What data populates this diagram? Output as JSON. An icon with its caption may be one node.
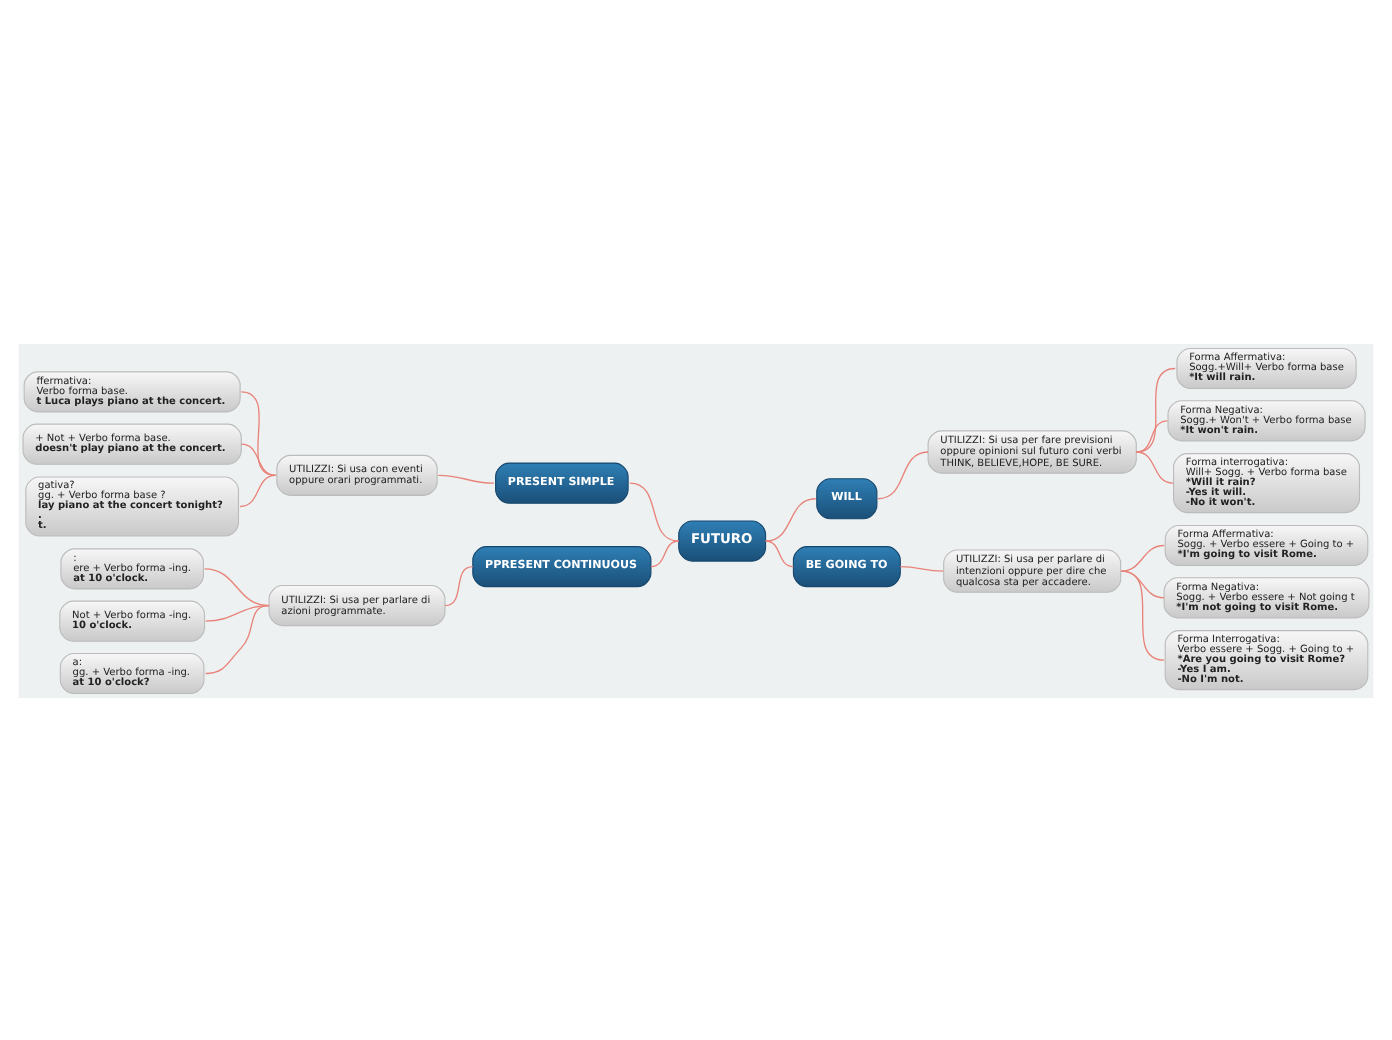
{
  "diagram": {
    "nodes": [
      {
        "text": [
          "FUTURO"
        ]
      },
      {
        "text": [
          "PRESENT SIMPLE"
        ]
      },
      {
        "text": [
          "UTILIZZI: Si usa con eventi oppure orari programmati."
        ]
      },
      {
        "text": [
          "ffermativa:",
          "Verbo forma base.",
          "t Luca plays piano at the concert."
        ]
      },
      {
        "text": [
          "+ Not + Verbo forma base.",
          "doesn't play piano at the concert."
        ]
      },
      {
        "text": [
          "gativa?",
          "gg. + Verbo forma base ?",
          "lay piano at the concert tonight?",
          ".",
          "t."
        ]
      },
      {
        "text": [
          "WILL"
        ]
      },
      {
        "text": [
          "UTILIZZI: Si usa per fare previsioni oppure opinioni sul futuro coni verbi THINK, BELIEVE,HOPE, BE SURE."
        ]
      },
      {
        "text": [
          "Forma Affermativa:",
          "Sogg.+Will+ Verbo forma base",
          "*It will rain."
        ]
      },
      {
        "text": [
          "Forma Negativa:",
          "Sogg.+ Won't + Verbo forma base",
          "*It won't rain."
        ]
      },
      {
        "text": [
          "Forma interrogativa:",
          "Will+ Sogg. + Verbo forma base",
          "*Will it rain?",
          "-Yes it will.",
          "-No it won't."
        ]
      },
      {
        "text": [
          "PPRESENT CONTINUOUS"
        ]
      },
      {
        "text": [
          "UTILIZZI: Si usa per parlare di azioni programmate."
        ]
      },
      {
        "text": [
          ":",
          "ere + Verbo forma -ing.",
          "at 10 o'clock."
        ]
      },
      {
        "text": [
          "Not + Verbo forma -ing.",
          "10 o'clock."
        ]
      },
      {
        "text": [
          "a:",
          "gg. + Verbo forma -ing.",
          "at 10 o'clock?"
        ]
      },
      {
        "text": [
          "BE GOING TO"
        ]
      },
      {
        "text": [
          "UTILIZZI: Si usa per parlare di intenzioni oppure per dire che qualcosa sta per accadere."
        ]
      },
      {
        "text": [
          "Forma Affermativa:",
          "Sogg. + Verbo essere + Going to +",
          "*I'm going to visit Rome."
        ]
      },
      {
        "text": [
          "Forma Negativa:",
          "Sogg. + Verbo essere + Not going t",
          "*I'm not going to visit Rome."
        ]
      },
      {
        "text": [
          "Forma Interrogativa:",
          "Verbo essere + Sogg. + Going to +",
          "*Are you going to visit Rome?",
          "-Yes I am.",
          "-No I'm not."
        ]
      }
    ],
    "edges": [
      {
        "from": 0,
        "to": 1,
        "arrow": "none"
      },
      {
        "from": 1,
        "to": 2,
        "arrow": "none"
      },
      {
        "from": 2,
        "to": 3,
        "arrow": "none"
      },
      {
        "from": 2,
        "to": 4,
        "arrow": "none"
      },
      {
        "from": 2,
        "to": 5,
        "arrow": "none"
      },
      {
        "from": 0,
        "to": 6,
        "arrow": "none"
      },
      {
        "from": 6,
        "to": 7,
        "arrow": "none"
      },
      {
        "from": 7,
        "to": 8,
        "arrow": "none"
      },
      {
        "from": 7,
        "to": 9,
        "arrow": "none"
      },
      {
        "from": 7,
        "to": 10,
        "arrow": "none"
      },
      {
        "from": 0,
        "to": 11,
        "arrow": "none"
      },
      {
        "from": 11,
        "to": 12,
        "arrow": "none"
      },
      {
        "from": 12,
        "to": 13,
        "arrow": "none"
      },
      {
        "from": 12,
        "to": 14,
        "arrow": "none"
      },
      {
        "from": 12,
        "to": 15,
        "arrow": "none"
      },
      {
        "from": 0,
        "to": 16,
        "arrow": "none"
      },
      {
        "from": 16,
        "to": 17,
        "arrow": "none"
      },
      {
        "from": 17,
        "to": 18,
        "arrow": "none"
      },
      {
        "from": 17,
        "to": 19,
        "arrow": "none"
      },
      {
        "from": 17,
        "to": 20,
        "arrow": "none"
      }
    ]
  }
}
